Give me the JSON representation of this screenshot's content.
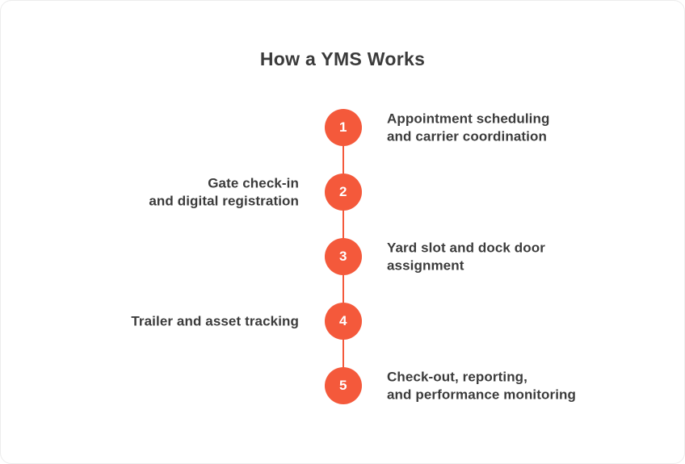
{
  "title": "How a YMS Works",
  "colors": {
    "accent": "#F4593B",
    "text": "#3B3B3B",
    "card_border": "#ECECEC",
    "step_number_text": "#FFFFFF"
  },
  "timeline": {
    "steps": [
      {
        "number": "1",
        "side": "right",
        "lines": [
          "Appointment scheduling",
          "and carrier coordination"
        ]
      },
      {
        "number": "2",
        "side": "left",
        "lines": [
          "Gate check-in",
          "and digital registration"
        ]
      },
      {
        "number": "3",
        "side": "right",
        "lines": [
          "Yard slot and dock door",
          "assignment"
        ]
      },
      {
        "number": "4",
        "side": "left",
        "lines": [
          "Trailer and asset tracking"
        ]
      },
      {
        "number": "5",
        "side": "right",
        "lines": [
          "Check-out, reporting,",
          "and performance monitoring"
        ]
      }
    ]
  }
}
